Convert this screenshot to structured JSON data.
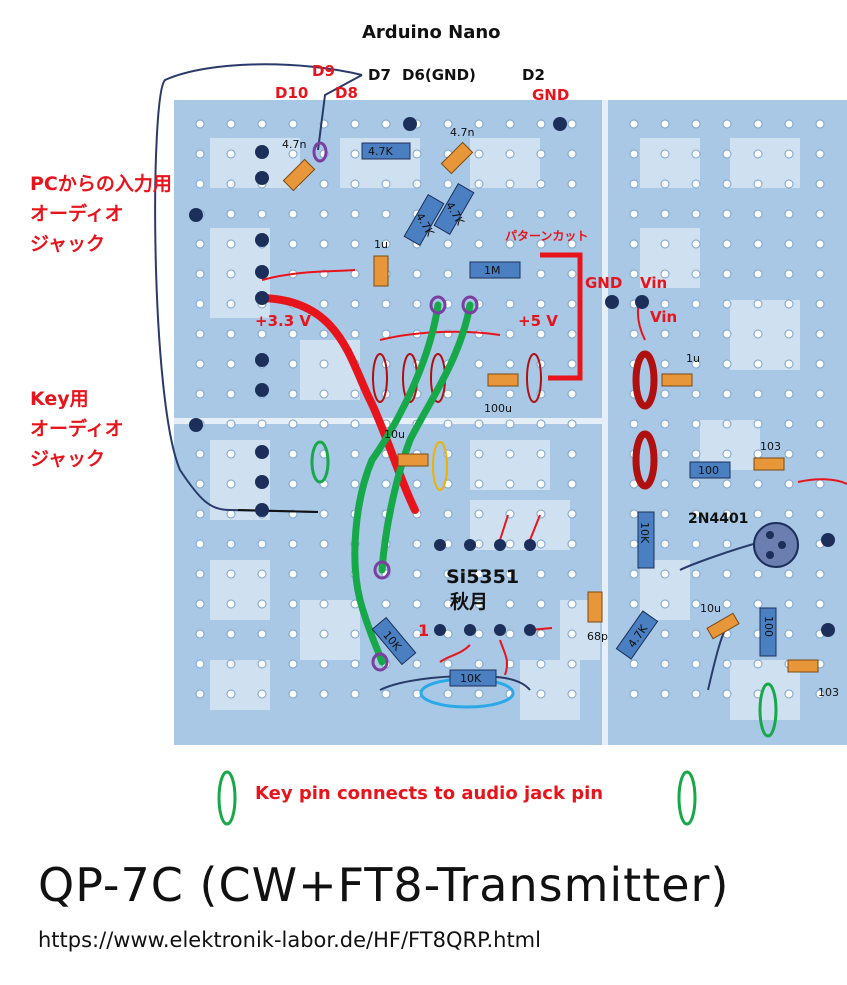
{
  "title": "QP-7C (CW+FT8-Transmitter)",
  "url": "https://www.elektronik-labor.de/HF/FT8QRP.html",
  "note": "Key pin connects to audio jack pin",
  "labels": {
    "arduino": "Arduino Nano",
    "d9": "D9",
    "d10": "D10",
    "d8": "D8",
    "d7": "D7",
    "d6": "D6(GND)",
    "d2": "D2",
    "gnd_top": "GND",
    "pc_jack_1": "PCからの入力用",
    "pc_jack_2": "オーディオ",
    "pc_jack_3": "ジャック",
    "key_jack_1": "Key用",
    "key_jack_2": "オーディオ",
    "key_jack_3": "ジャック",
    "pattern_cut": "パターンカット",
    "gnd_right": "GND",
    "vin_1": "Vin",
    "vin_2": "Vin",
    "v33": "+3.3 V",
    "v5": "+5 V",
    "si5351": "Si5351",
    "akizuki": "秋月",
    "pin1": "1",
    "transistor": "2N4401"
  },
  "components": {
    "c_47n_left": "4.7n",
    "r_47k_top": "4.7K",
    "c_47n_right": "4.7n",
    "r_47k_d1": "4.7K",
    "r_47k_d2": "4.7K",
    "c_1u": "1u",
    "r_1m": "1M",
    "c_100u": "100u",
    "c_1u_right": "1u",
    "c_10u": "10u",
    "r_100": "100",
    "c_103_top": "103",
    "r_10k_v": "10K",
    "c_68p": "68p",
    "r_47k_diag": "4.7K",
    "c_10u_r": "10u",
    "r_100_v": "100",
    "c_103_bot": "103",
    "r_10k_diag": "10K",
    "r_10k_bot": "10K"
  },
  "colors": {
    "board": "#a8c8e6",
    "board_pad": "#cfe0f0",
    "red": "#e8141c",
    "green": "#17a84a",
    "dark_red": "#b01010",
    "purple": "#7b3fa0",
    "cyan": "#2aa8e8",
    "orange": "#e8963a",
    "resistor": "#4a7fc1",
    "ic_pin": "#1c2f5a"
  }
}
